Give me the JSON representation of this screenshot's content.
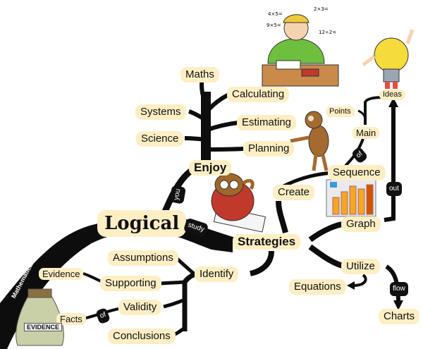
{
  "nodes": {
    "center": "Logical",
    "enjoy": "Enjoy",
    "strategies": "Strategies",
    "identify": "Identify",
    "create": "Create",
    "graph": "Graph",
    "utilize": "Utilize",
    "maths": "Maths",
    "calculating": "Calculating",
    "systems": "Systems",
    "estimating": "Estimating",
    "science": "Science",
    "planning": "Planning",
    "sequence": "Sequence",
    "main": "Main",
    "points": "Points",
    "ideas": "Ideas",
    "equations": "Equations",
    "charts": "Charts",
    "assumptions": "Assumptions",
    "evidence": "Evidence",
    "supporting": "Supporting",
    "validity": "Validity",
    "facts": "Facts",
    "conclusions": "Conclusions"
  },
  "connectors": {
    "you": "you",
    "study": "study",
    "of_sequence": "of",
    "out": "out",
    "flow": "flow",
    "of_validity": "of"
  },
  "trunk_label": "Mathematical Intelligence",
  "bag_label": "EVIDENCE",
  "colors": {
    "branch": "#0d0d0d",
    "label_bg": "#fdeec4",
    "background": "#ffffff",
    "bulb": "#f5dc3c",
    "bar_chart": "#f5a623"
  },
  "illustrations": [
    "boy-doing-homework",
    "lightbulb-character",
    "monkey-pointing",
    "owl-studying",
    "bar-chart-3d",
    "evidence-bag"
  ]
}
